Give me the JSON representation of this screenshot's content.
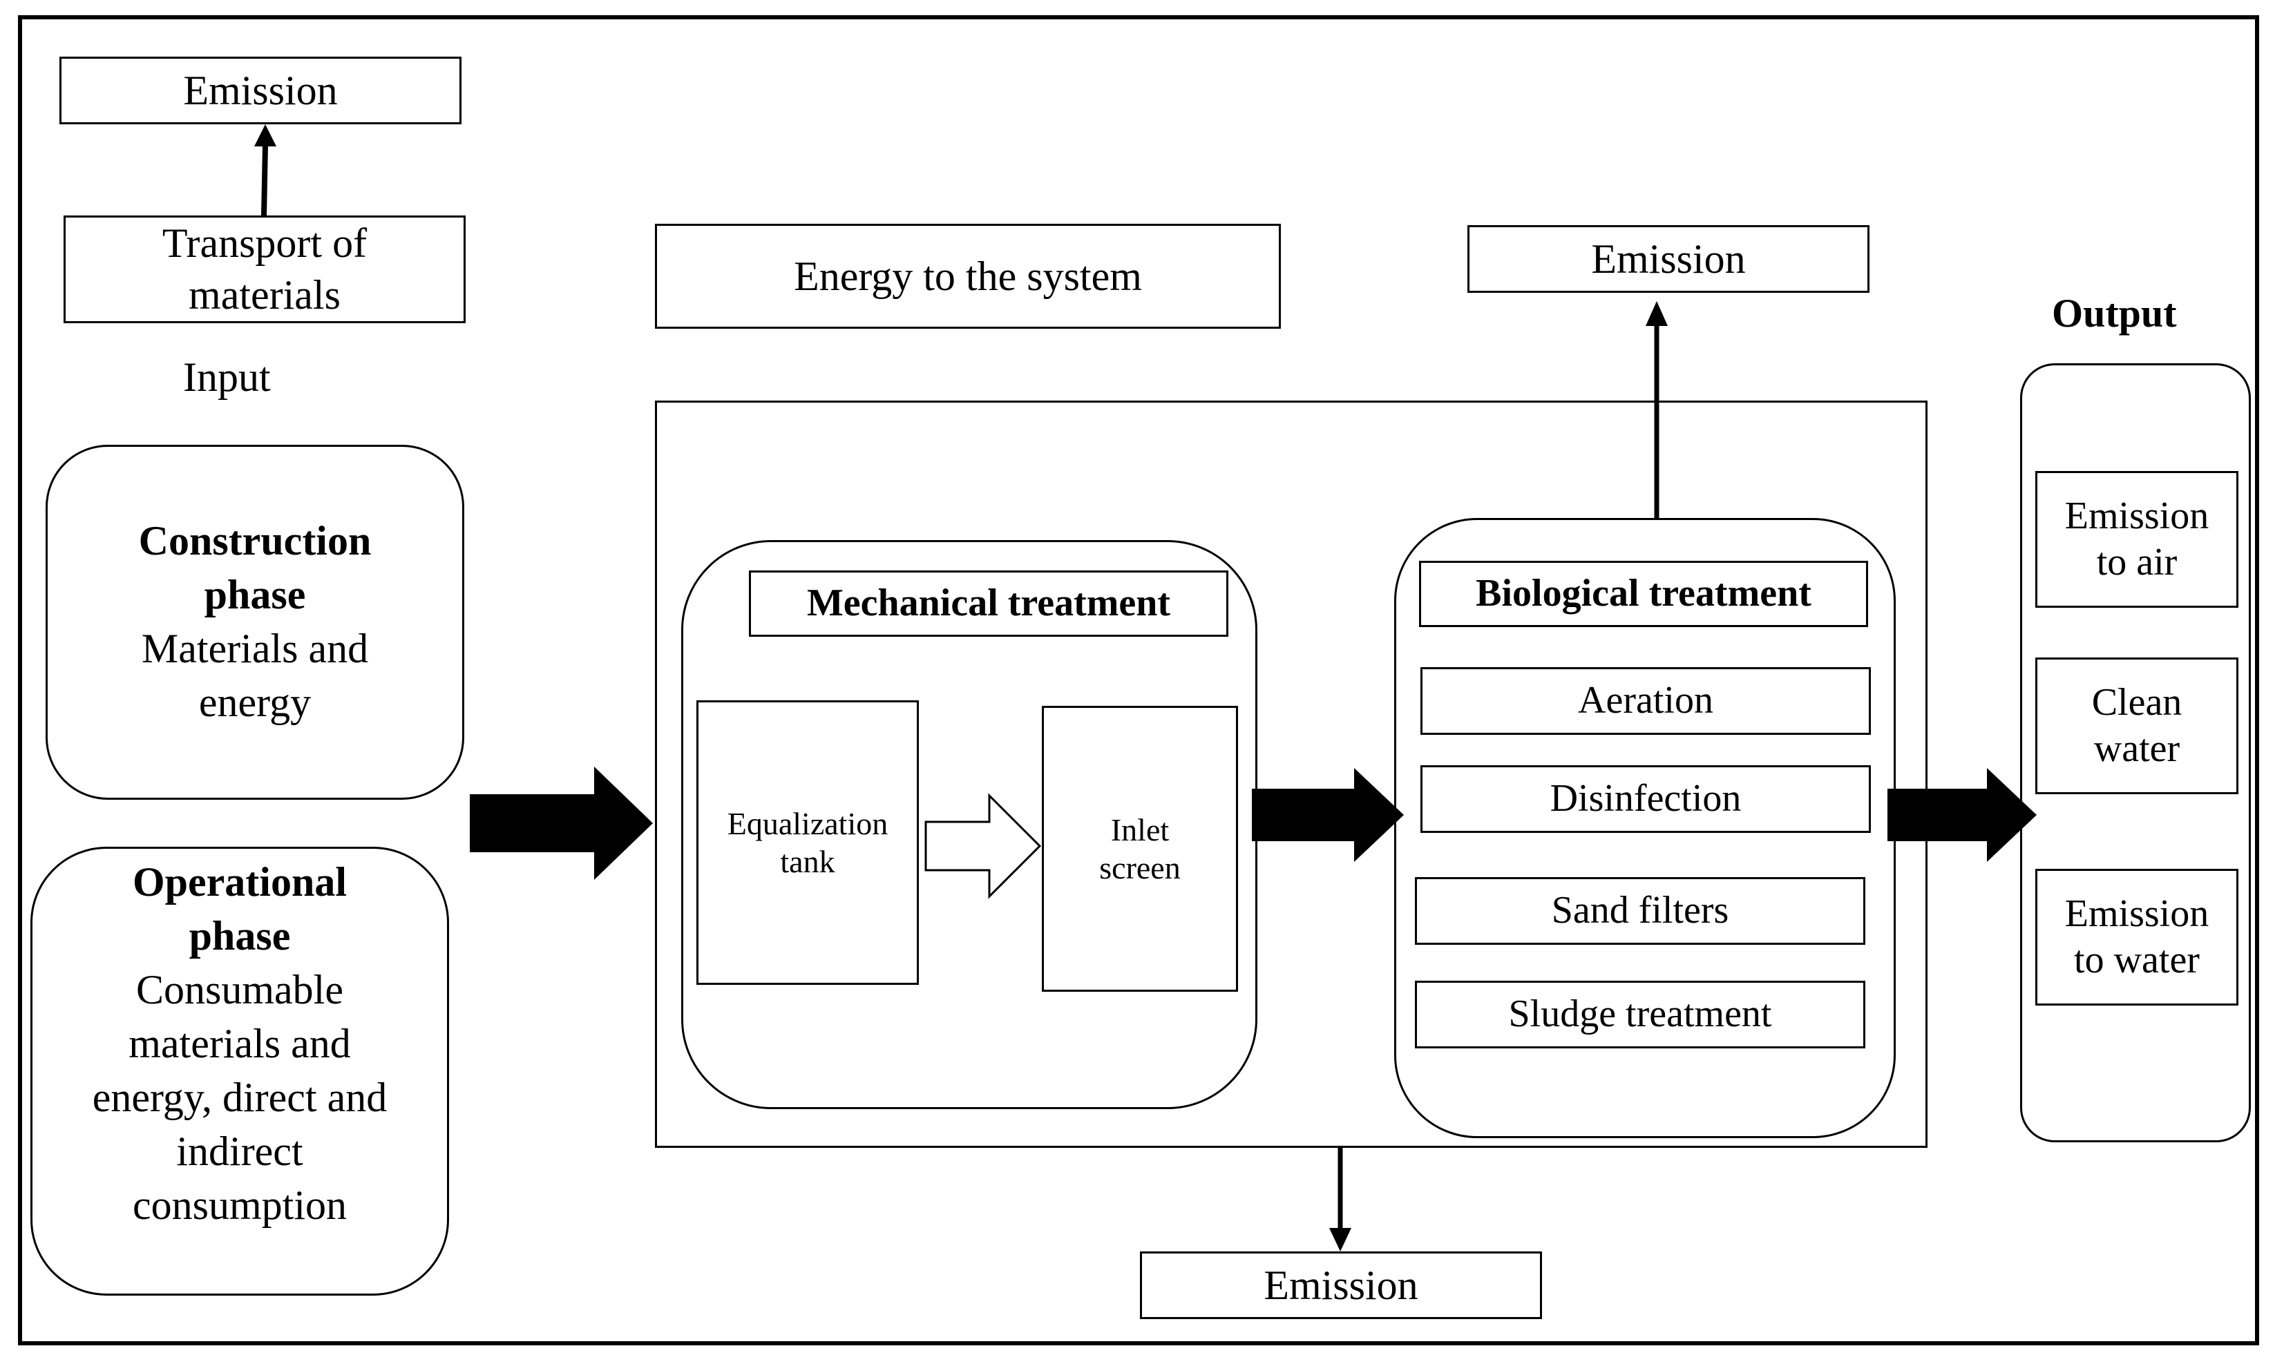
{
  "top_left_emission": "Emission",
  "transport_of_materials": "Transport of\nmaterials",
  "input_label": "Input",
  "construction_phase": {
    "title": "Construction\nphase",
    "description": "Materials and\nenergy"
  },
  "operational_phase": {
    "title": "Operational\nphase",
    "description": "Consumable\nmaterials and\nenergy, direct and\nindirect\nconsumption"
  },
  "energy_to_system": "Energy to the system",
  "top_emission": "Emission",
  "bottom_emission": "Emission",
  "mechanical_treatment": {
    "title": "Mechanical treatment",
    "equalization_tank": "Equalization\ntank",
    "inlet_screen": "Inlet\nscreen"
  },
  "biological_treatment": {
    "title": "Biological treatment",
    "steps": [
      "Aeration",
      "Disinfection",
      "Sand filters",
      "Sludge treatment"
    ]
  },
  "output": {
    "label": "Output",
    "items": [
      "Emission\nto air",
      "Clean\nwater",
      "Emission\nto water"
    ]
  }
}
